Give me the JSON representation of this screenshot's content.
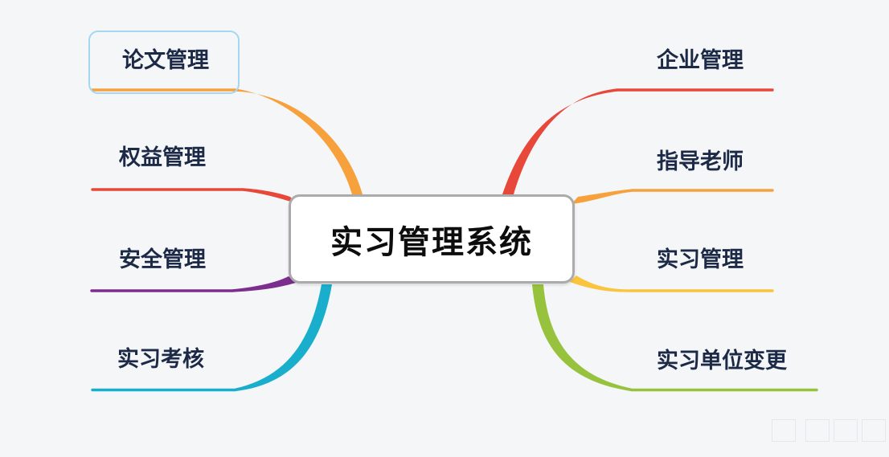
{
  "app": {
    "type": "mind-map",
    "background_color": "#f5f6f8",
    "label_text_color": "#1c2a47"
  },
  "center_node": {
    "label": "实习管理系统",
    "fill": "#ffffff",
    "border_color": "#ababab",
    "text_color": "#0d0d0d"
  },
  "selection_highlight": {
    "color": "#a3d7f2",
    "target": "论文管理"
  },
  "branches": {
    "left": [
      {
        "label": "论文管理",
        "color": "#f6a13c",
        "selected": true
      },
      {
        "label": "权益管理",
        "color": "#e8483a",
        "selected": false
      },
      {
        "label": "安全管理",
        "color": "#7c2e8e",
        "selected": false
      },
      {
        "label": "实习考核",
        "color": "#1aaecd",
        "selected": false
      }
    ],
    "right": [
      {
        "label": "企业管理",
        "color": "#e8483a",
        "selected": false
      },
      {
        "label": "指导老师",
        "color": "#f6a13c",
        "selected": false
      },
      {
        "label": "实习管理",
        "color": "#fac43c",
        "selected": false
      },
      {
        "label": "实习单位变更",
        "color": "#97c23e",
        "selected": false
      }
    ]
  }
}
